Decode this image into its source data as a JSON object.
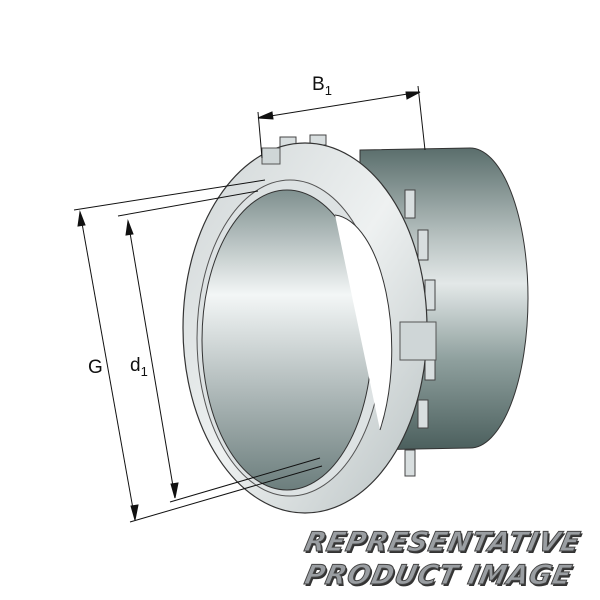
{
  "dimensions": {
    "b1": {
      "main": "B",
      "sub": "1"
    },
    "g": {
      "main": "G"
    },
    "d1": {
      "main": "d",
      "sub": "1"
    }
  },
  "watermark": {
    "line1": "REPRESENTATIVE",
    "line2": "PRODUCT  IMAGE"
  },
  "colors": {
    "line": "#111111",
    "metal_light": "#e6e9ea",
    "metal_dark": "#4f6462"
  }
}
